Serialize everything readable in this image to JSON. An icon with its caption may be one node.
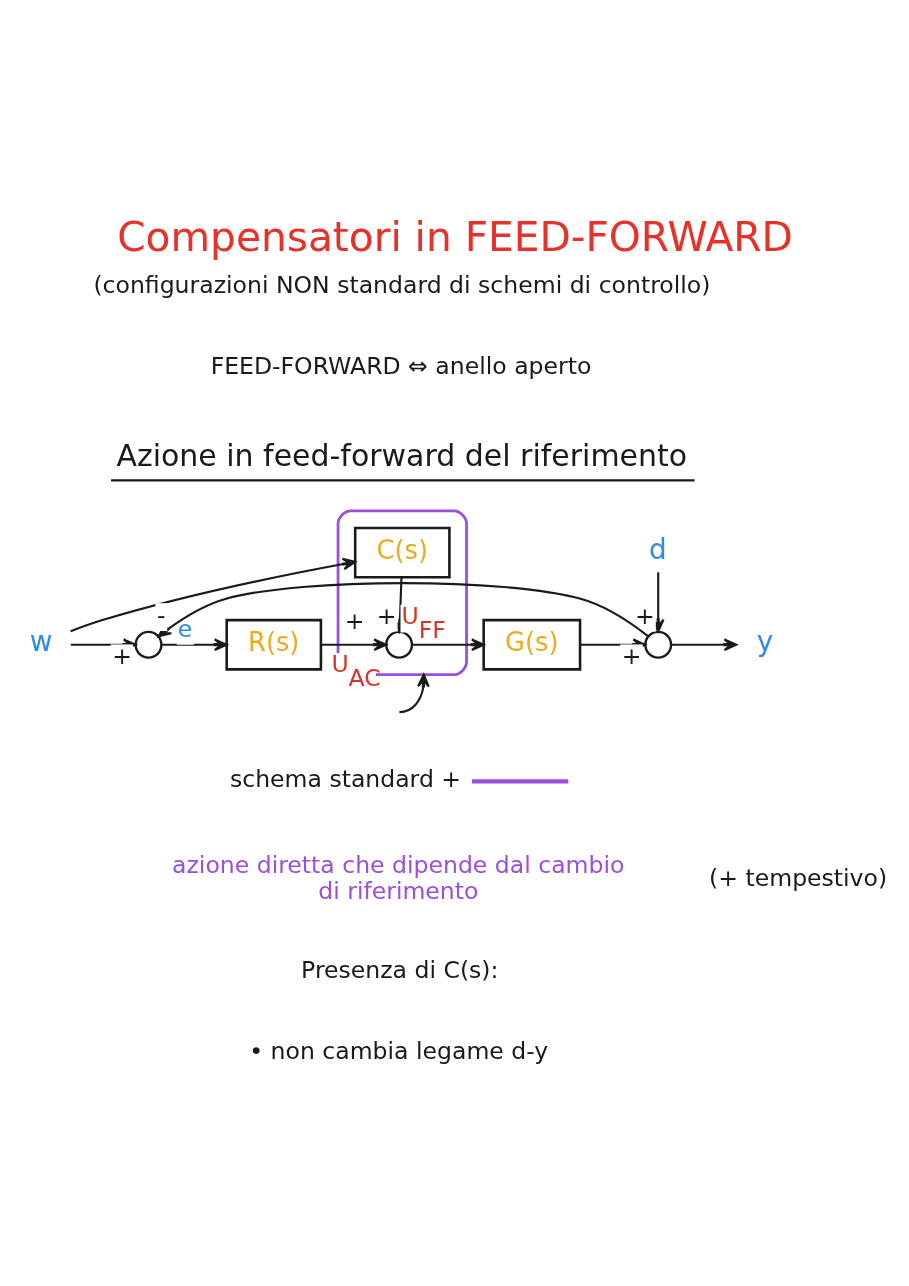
{
  "diagram": {
    "title": "Compensatori in FEED-FORWARD",
    "nodes": [
      {
        "text": [],
        "shape": "box"
      },
      {
        "text": [
          "C(s)"
        ],
        "in": 0
      },
      {
        "text": [],
        "shape": "circle",
        "beside": [
          "+",
          "+"
        ],
        "in": 0
      },
      {
        "text": [
          "w"
        ]
      },
      {
        "text": [],
        "shape": "circle",
        "beside": [
          "+",
          "-"
        ]
      },
      {
        "text": [
          "R(s)"
        ]
      },
      {
        "text": [
          "G(s)"
        ]
      },
      {
        "text": [
          "d"
        ]
      },
      {
        "text": [],
        "shape": "circle",
        "beside": [
          "+",
          "+"
        ]
      },
      {
        "text": [
          "y"
        ]
      }
    ],
    "edges": [
      {
        "from": 3,
        "to": 4,
        "arrow": "to"
      },
      {
        "from": 3,
        "to": 1,
        "arrow": "to"
      },
      {
        "from": 4,
        "to": 5,
        "arrow": "to",
        "label": "e"
      },
      {
        "from": 1,
        "to": 2,
        "arrow": "to",
        "label": "U$_{FF}$"
      },
      {
        "from": 5,
        "to": 2,
        "arrow": "to",
        "label": "U$_{AC}$"
      },
      {
        "from": 2,
        "to": 6,
        "arrow": "to"
      },
      {
        "from": 6,
        "to": 8,
        "arrow": "to"
      },
      {
        "from": 7,
        "to": 8,
        "arrow": "to"
      },
      {
        "from": 8,
        "to": 9,
        "arrow": "to"
      },
      {
        "from": 8,
        "to": 4,
        "arrow": "to"
      },
      {
        "from": null,
        "to": 0,
        "arrow": "to"
      }
    ],
    "labels": [
      "(configurazioni NON standard di schemi di controllo)",
      "FEED-FORWARD ⇔ anello aperto",
      "Azione in feed-forward del riferimento",
      "azione diretta che dipende dal cambio di riferimento",
      "(+ tempestivo)",
      "Presenza di C(s):",
      "• non cambia legame d-y"
    ],
    "legend": [
      {
        "text": "schema standard +",
        "color": "#9b4fe0"
      }
    ]
  }
}
